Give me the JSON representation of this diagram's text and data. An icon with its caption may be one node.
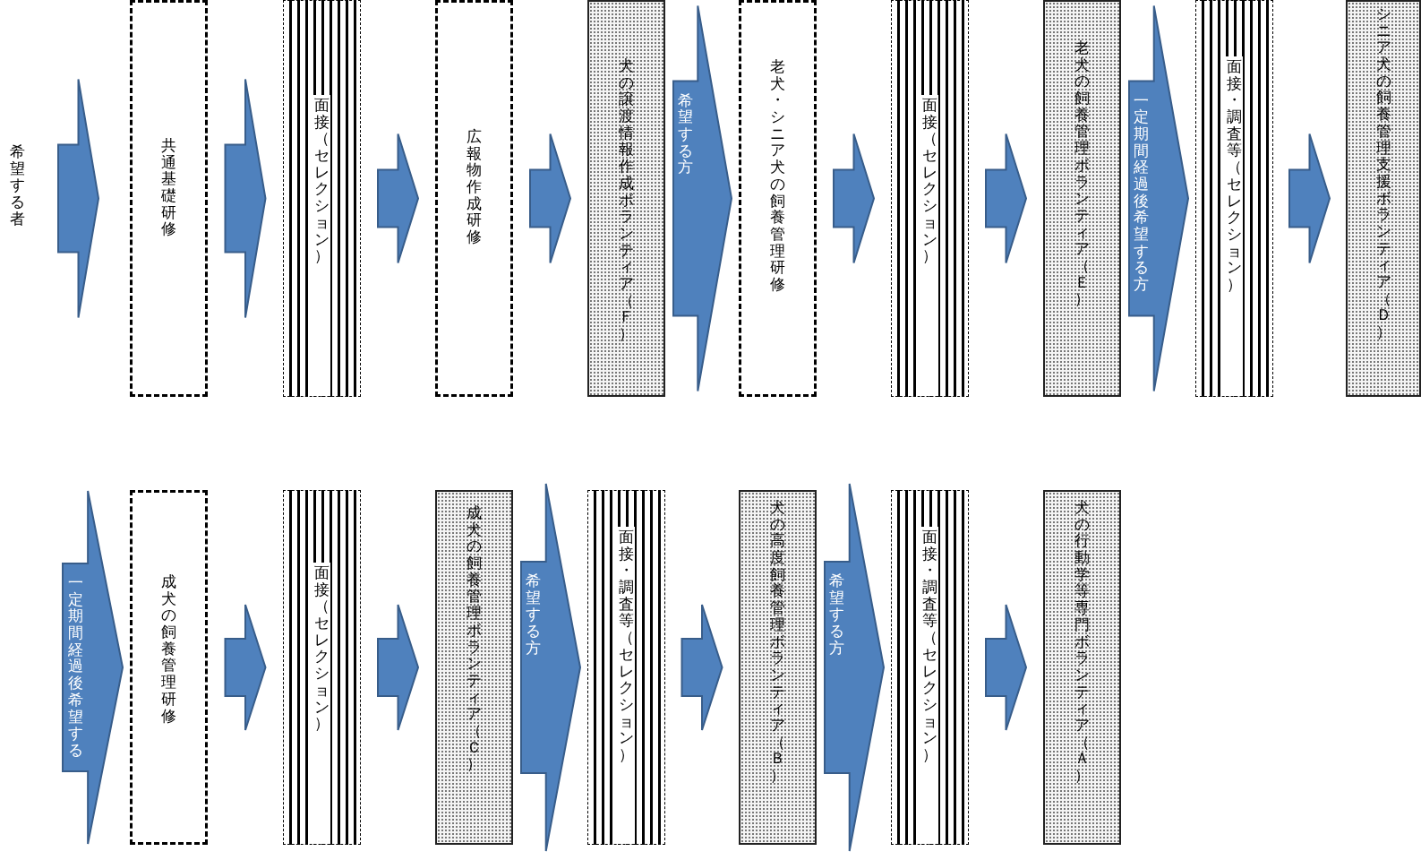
{
  "diagram": {
    "nodes": [
      {
        "text": [
          "希望する者"
        ]
      },
      {
        "text": [
          "共通基礎研修"
        ]
      },
      {
        "text": [
          "面接（セレクション）"
        ]
      },
      {
        "text": [
          "広報物作成研修"
        ]
      },
      {
        "text": [
          "犬の譲渡情報作成ボランティア（Ｆ）"
        ]
      },
      {
        "text": [
          "老犬・シニア犬の飼養管理研修"
        ]
      },
      {
        "text": [
          "面接（セレクション）"
        ]
      },
      {
        "text": [
          "老犬の飼養管理ボランティア（Ｅ）"
        ]
      },
      {
        "text": [
          "面接・調査等（セレクション）"
        ]
      },
      {
        "text": [
          "シニア犬の飼養管理支援ボランティア（Ｄ）"
        ]
      },
      {
        "text": [
          "成犬の飼養管理研修"
        ]
      },
      {
        "text": [
          "面接（セレクション）"
        ]
      },
      {
        "text": [
          "成犬の飼養管理ボランティア（Ｃ）"
        ]
      },
      {
        "text": [
          "面接・調査等（セレクション）"
        ]
      },
      {
        "text": [
          "犬の高度飼養管理ボランティア（Ｂ）"
        ]
      },
      {
        "text": [
          "面接・調査等（セレクション）"
        ]
      },
      {
        "text": [
          "犬の行動学等専門ボランティア（Ａ）"
        ]
      }
    ],
    "edges": [
      {
        "from": 0,
        "to": 1,
        "arrow": "to"
      },
      {
        "from": 1,
        "to": 2,
        "arrow": "to"
      },
      {
        "from": 2,
        "to": 3,
        "arrow": "to"
      },
      {
        "from": 3,
        "to": 4,
        "arrow": "to"
      },
      {
        "from": 4,
        "to": 5,
        "arrow": "to",
        "label": "希望する方"
      },
      {
        "from": 5,
        "to": 6,
        "arrow": "to"
      },
      {
        "from": 6,
        "to": 7,
        "arrow": "to"
      },
      {
        "from": 7,
        "to": 8,
        "arrow": "to",
        "label": "一定期間経過後希望する方"
      },
      {
        "from": 8,
        "to": 9,
        "arrow": "to"
      },
      {
        "from": null,
        "to": 10,
        "arrow": "to",
        "label": "一定期間経過後希望する"
      },
      {
        "from": 10,
        "to": 11,
        "arrow": "to"
      },
      {
        "from": 11,
        "to": 12,
        "arrow": "to"
      },
      {
        "from": 12,
        "to": 13,
        "arrow": "to",
        "label": "希望する方"
      },
      {
        "from": 13,
        "to": 14,
        "arrow": "to"
      },
      {
        "from": 14,
        "to": 15,
        "arrow": "to",
        "label": "希望する方"
      },
      {
        "from": 15,
        "to": 16,
        "arrow": "to"
      }
    ]
  }
}
